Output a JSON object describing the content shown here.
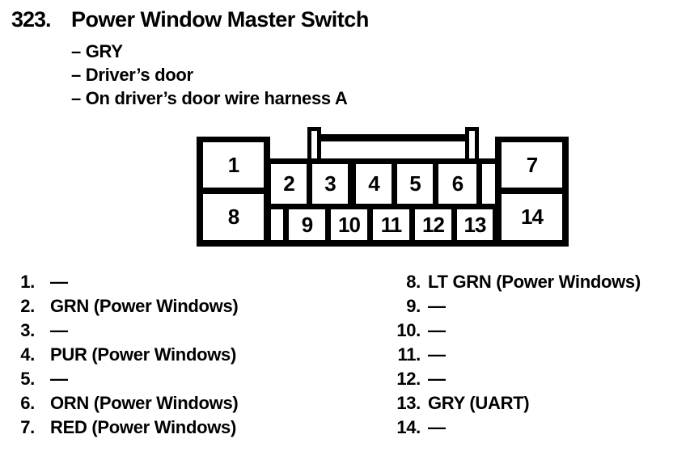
{
  "header": {
    "section_number": "323.",
    "title": "Power Window Master Switch",
    "details": [
      "– GRY",
      "– Driver’s door",
      "– On driver’s door wire harness A"
    ]
  },
  "connector": {
    "description": "14-pin connector, front view",
    "pins": [
      "1",
      "2",
      "3",
      "4",
      "5",
      "6",
      "7",
      "8",
      "9",
      "10",
      "11",
      "12",
      "13",
      "14"
    ],
    "top_row_order": [
      "1",
      "2",
      "3",
      "4",
      "5",
      "6",
      "blank",
      "7"
    ],
    "bottom_row_order": [
      "8",
      "blank",
      "9",
      "10",
      "11",
      "12",
      "13",
      "14"
    ]
  },
  "pin_list": {
    "left": [
      {
        "num": "1.",
        "desc": "—"
      },
      {
        "num": "2.",
        "desc": "GRN (Power Windows)"
      },
      {
        "num": "3.",
        "desc": "—"
      },
      {
        "num": "4.",
        "desc": "PUR (Power Windows)"
      },
      {
        "num": "5.",
        "desc": "—"
      },
      {
        "num": "6.",
        "desc": "ORN (Power Windows)"
      },
      {
        "num": "7.",
        "desc": "RED (Power Windows)"
      }
    ],
    "right": [
      {
        "num": "8.",
        "desc": "LT GRN (Power Windows)"
      },
      {
        "num": "9.",
        "desc": "—"
      },
      {
        "num": "10.",
        "desc": "—"
      },
      {
        "num": "11.",
        "desc": "—"
      },
      {
        "num": "12.",
        "desc": "—"
      },
      {
        "num": "13.",
        "desc": "GRY (UART)"
      },
      {
        "num": "14.",
        "desc": "—"
      }
    ]
  },
  "colors": {
    "ink": "#000000",
    "paper": "#ffffff"
  }
}
